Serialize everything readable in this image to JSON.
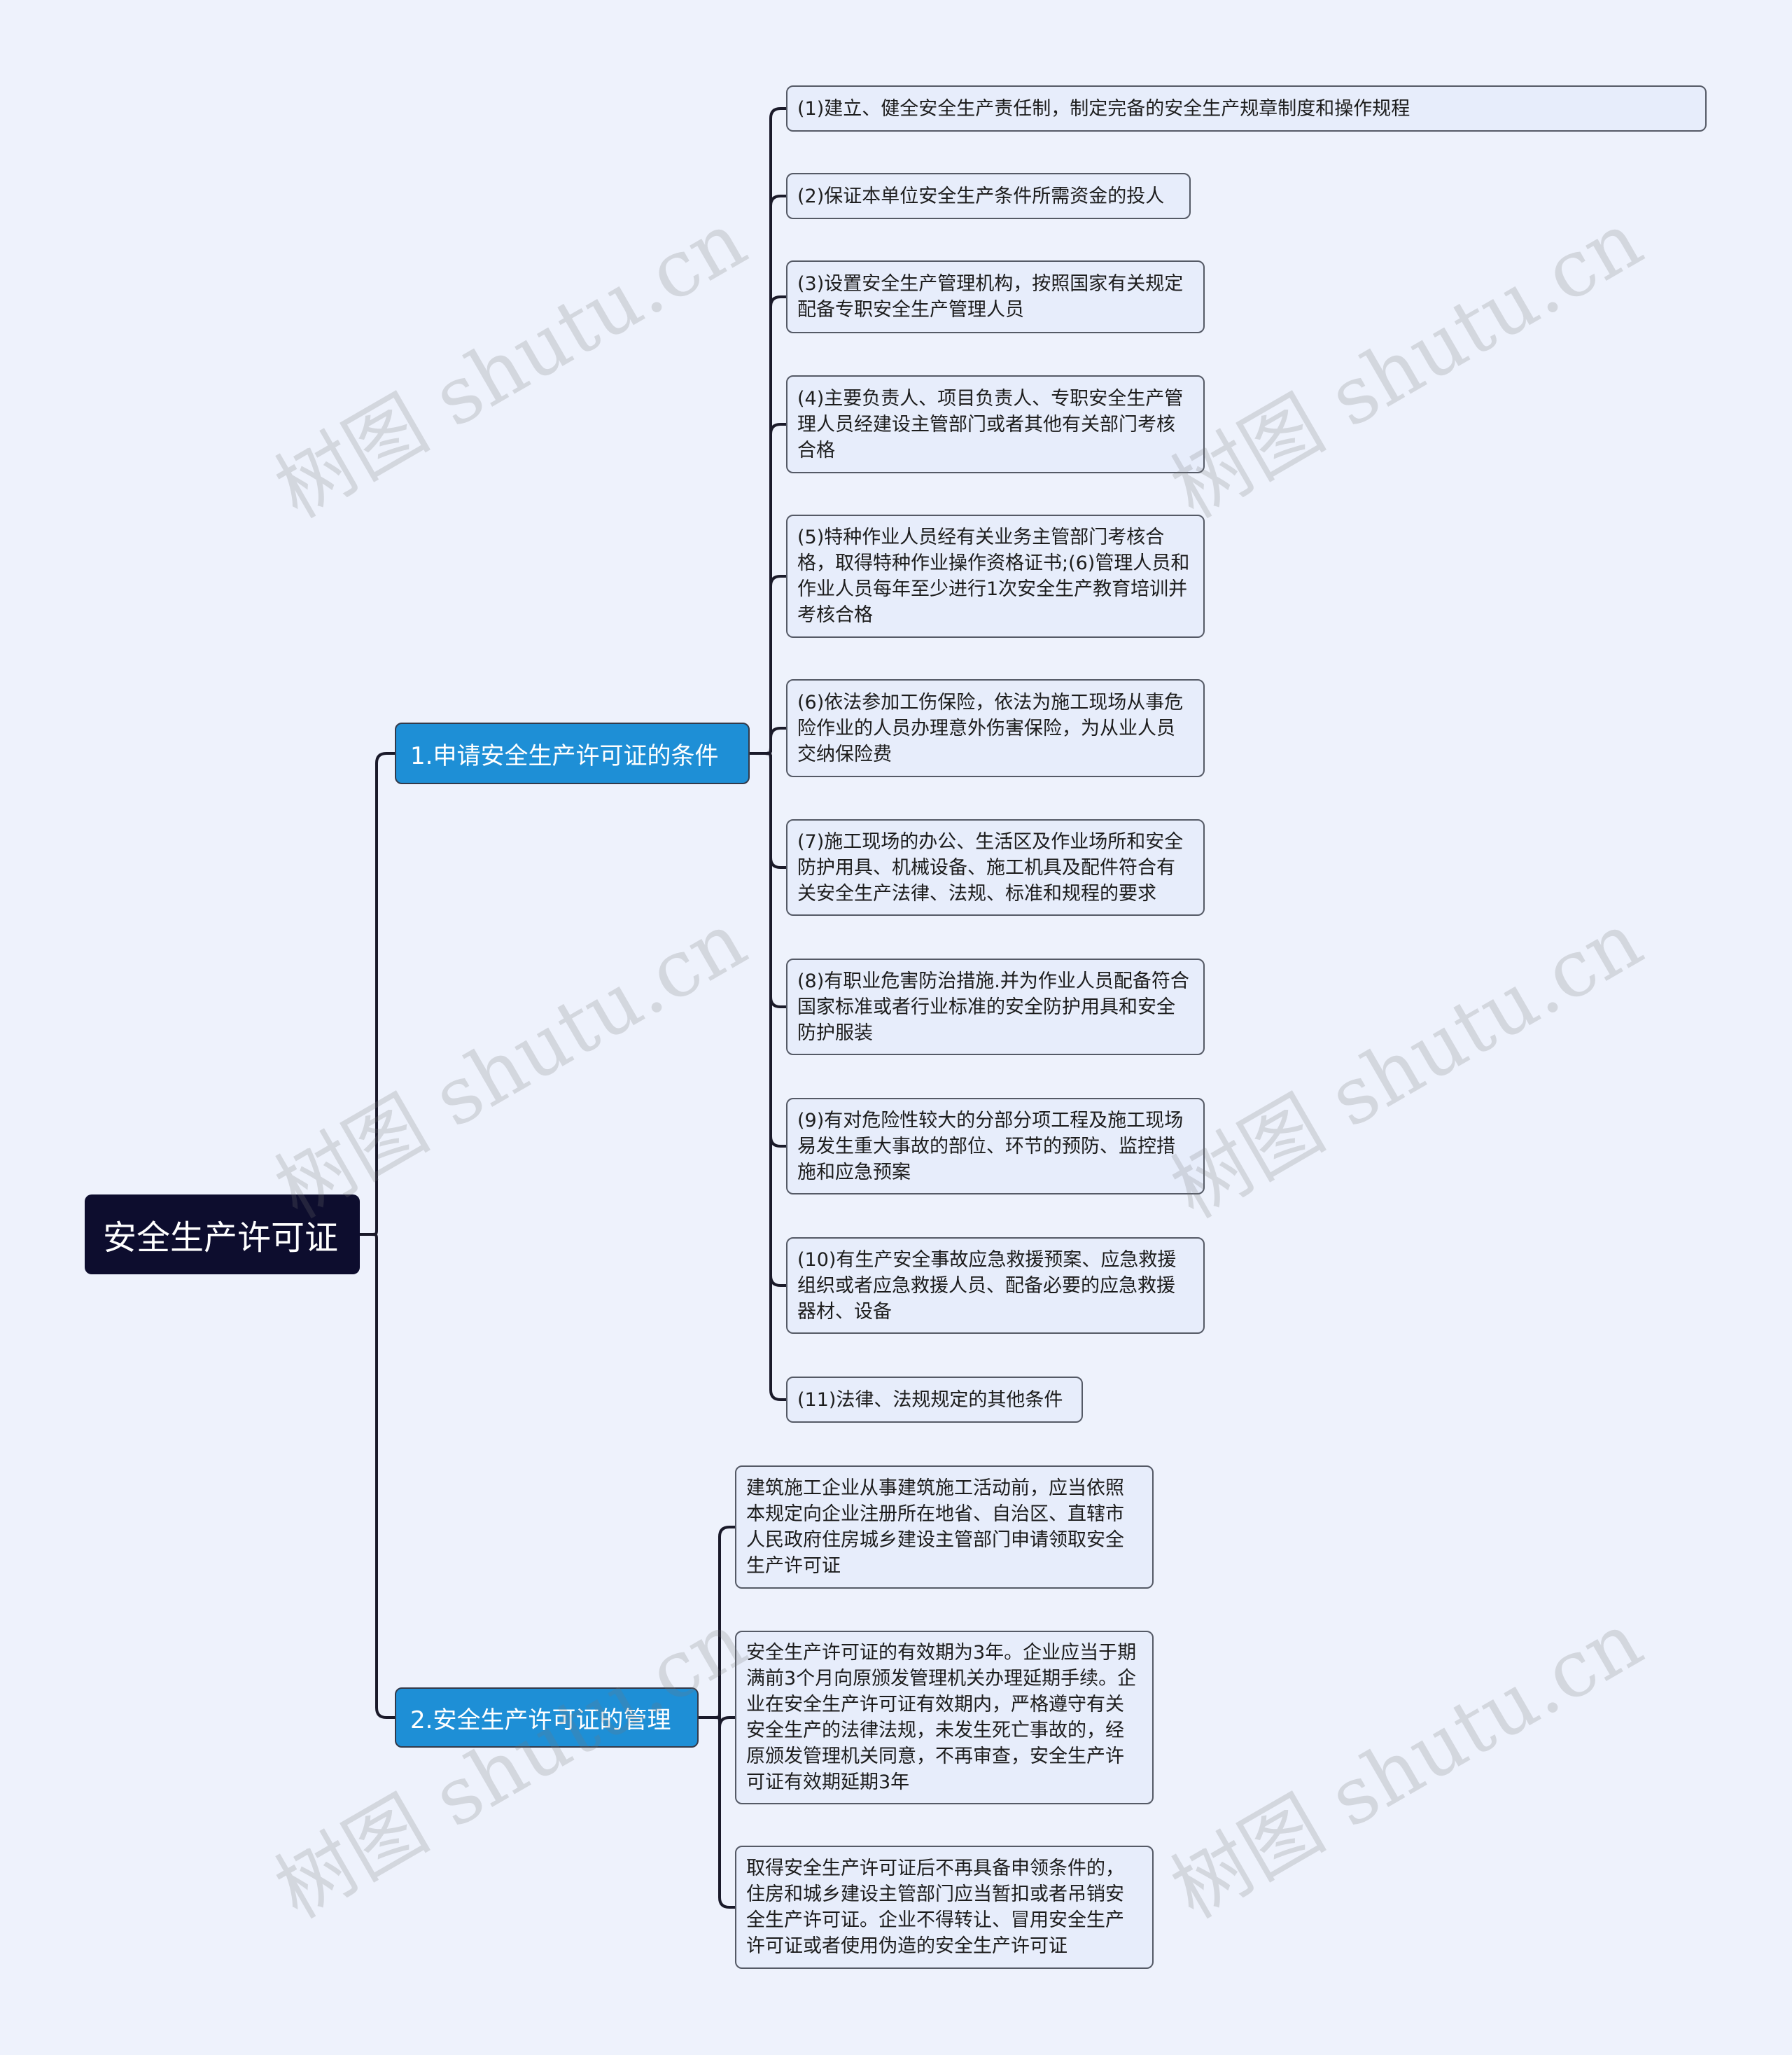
{
  "root": {
    "label": "安全生产许可证"
  },
  "branches": [
    {
      "label": "1.申请安全生产许可证的条件",
      "children": [
        {
          "text": "(1)建立、健全安全生产责任制，制定完备的安全生产规章制度和操作规程"
        },
        {
          "text": "(2)保证本单位安全生产条件所需资金的投人"
        },
        {
          "text": "(3)设置安全生产管理机构，按照国家有关规定配备专职安全生产管理人员"
        },
        {
          "text": "(4)主要负责人、项目负责人、专职安全生产管理人员经建设主管部门或者其他有关部门考核合格"
        },
        {
          "text": "(5)特种作业人员经有关业务主管部门考核合格，取得特种作业操作资格证书;(6)管理人员和作业人员每年至少进行1次安全生产教育培训并考核合格"
        },
        {
          "text": "(6)依法参加工伤保险，依法为施工现场从事危险作业的人员办理意外伤害保险，为从业人员交纳保险费"
        },
        {
          "text": "(7)施工现场的办公、生活区及作业场所和安全防护用具、机械设备、施工机具及配件符合有关安全生产法律、法规、标准和规程的要求"
        },
        {
          "text": "(8)有职业危害防治措施.并为作业人员配备符合国家标准或者行业标准的安全防护用具和安全防护服装"
        },
        {
          "text": "(9)有对危险性较大的分部分项工程及施工现场易发生重大事故的部位、环节的预防、监控措施和应急预案"
        },
        {
          "text": "(10)有生产安全事故应急救援预案、应急救援组织或者应急救援人员、配备必要的应急救援器材、设备"
        },
        {
          "text": "(11)法律、法规规定的其他条件"
        }
      ]
    },
    {
      "label": "2.安全生产许可证的管理",
      "children": [
        {
          "text": "建筑施工企业从事建筑施工活动前，应当依照本规定向企业注册所在地省、自治区、直辖市人民政府住房城乡建设主管部门申请领取安全生产许可证"
        },
        {
          "text": "安全生产许可证的有效期为3年。企业应当于期满前3个月向原颁发管理机关办理延期手续。企业在安全生产许可证有效期内，严格遵守有关安全生产的法律法规，未发生死亡事故的，经原颁发管理机关同意，不再审查，安全生产许可证有效期延期3年"
        },
        {
          "text": "取得安全生产许可证后不再具备申领条件的，住房和城乡建设主管部门应当暂扣或者吊销安全生产许可证。企业不得转让、冒用安全生产许可证或者使用伪造的安全生产许可证"
        }
      ]
    }
  ],
  "watermark": {
    "text": "树图 shutu.cn"
  },
  "colors": {
    "background": "#eef2fc",
    "root_fill": "#0d0d2e",
    "branch_fill": "#1e8fd6",
    "leaf_fill": "#e7edfb",
    "line": "#1a1a2a"
  }
}
